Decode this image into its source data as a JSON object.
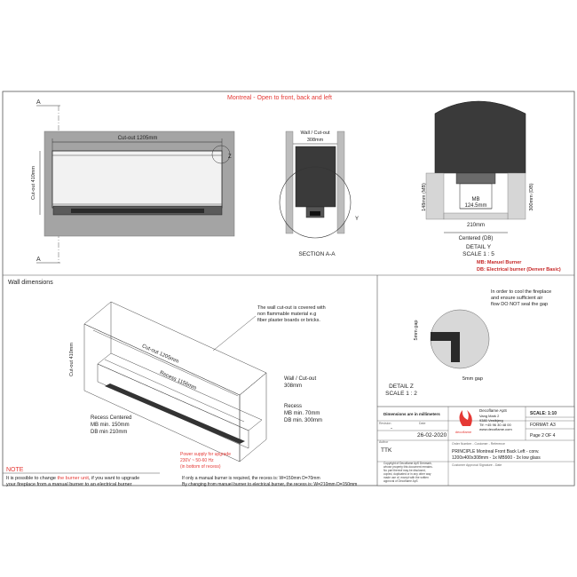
{
  "sheet": {
    "title": "Montreal - Open to front, back and left",
    "colors": {
      "title_red": "#e53935",
      "dark_red": "#c62828",
      "gray_wall": "#9e9e9e",
      "dark_fill": "#3a3a3a"
    }
  },
  "plan_view": {
    "section_marker": "A",
    "cutout_label": "Cut-out 1205mm",
    "side_label": "Cut-out 410mm",
    "detail_marker": "Z"
  },
  "section_aa": {
    "top_label_1": "Wall / Cut-out",
    "top_label_2": "308mm",
    "detail_marker": "Y",
    "caption": "SECTION A-A"
  },
  "detail_y": {
    "mb_label": "MB",
    "mb_dim": "124.5mm",
    "db_height": "300mm (DB)",
    "mb_height": "148mm (MB)",
    "bottom_dim_1": "210mm",
    "bottom_dim_2": "Centered (DB)",
    "caption_1": "DETAIL Y",
    "caption_2": "SCALE 1 : 5"
  },
  "legend": {
    "mb": "MB: Manuel Burner",
    "db": "DB: Electrical burner (Denver Basic)"
  },
  "wall_dimensions": {
    "heading": "Wall dimensions",
    "note_cover": "The wall cut-out is covered with non flammable material e.g fiber plaster boards or bricks.",
    "cutout_width": "Cut-out 1205mm",
    "cutout_height": "Cut-out 410mm",
    "recess_width": "Recess 1156mm",
    "wall_cutout_1": "Wall / Cut-out",
    "wall_cutout_2": "308mm",
    "recess_1": "Recess",
    "recess_2": "MB min. 70mm",
    "recess_3": "DB min. 300mm",
    "centered_1": "Recess Centered",
    "centered_2": "MB min. 150mm",
    "centered_3": "DB min 210mm",
    "power_1": "Power supply for upgrade",
    "power_2": "230V ~ 50-60 Hz",
    "power_3": "(in bottom of recess)"
  },
  "detail_z": {
    "note": "In order to cool the fireplace and ensure sufficient air flow DO NOT seal the gap",
    "gap_vertical": "5mm gap",
    "gap_horizontal": "5mm gap",
    "caption_1": "DETAIL Z",
    "caption_2": "SCALE 1 : 2"
  },
  "note_block": {
    "heading": "NOTE",
    "line1_a": "It is possible to change ",
    "line1_b": "the burner unit",
    "line1_c": ", if you want to upgrade",
    "line2": "your fireplace from a manual burner to an electrical burner",
    "line3": "If only a manual burner is required, the recess is: W=150mm D=70mm",
    "line4": "By changing from manuel burner to electrical burner, the recess is: W=210mm D=150mm"
  },
  "title_block": {
    "dimensions_note": "Dimensions are in millimeters",
    "revision_label": "Revision",
    "revision_value": "-",
    "date_label": "Date",
    "date_value": "26-02-2020",
    "author_label": "Author",
    "author_value": "TTK",
    "company_name": "Decoflame ApS",
    "company_addr_1": "Vang Mark 2",
    "company_addr_2": "9380 Vestbjerg",
    "company_addr_3": "Tlf: +45 96 30 48 00",
    "company_addr_4": "www.decoflame.com",
    "logo_text": "decoflame",
    "scale": "SCALE: 1:10",
    "format": "FORMAT: A3",
    "page": "Page 2 OF 4",
    "order_label": "Order Number - Customer - Reference",
    "description_1": "PRINCIPLE Montreal Front Back Left - conv.",
    "description_2": "1200x400x308mm - 1x MB900 - 3x low glass",
    "copyright_1": "Copyright of Decoflame ApS Denmark,",
    "copyright_2": "whose property this document remains.",
    "copyright_3": "No part thereof may be disclosed,",
    "copyright_4": "copied, duplicated or in any other way",
    "copyright_5": "made use of, except with the written",
    "copyright_6": "approval of Decoflame ApS",
    "approval_label": "Customer Approval Signature - Date"
  }
}
